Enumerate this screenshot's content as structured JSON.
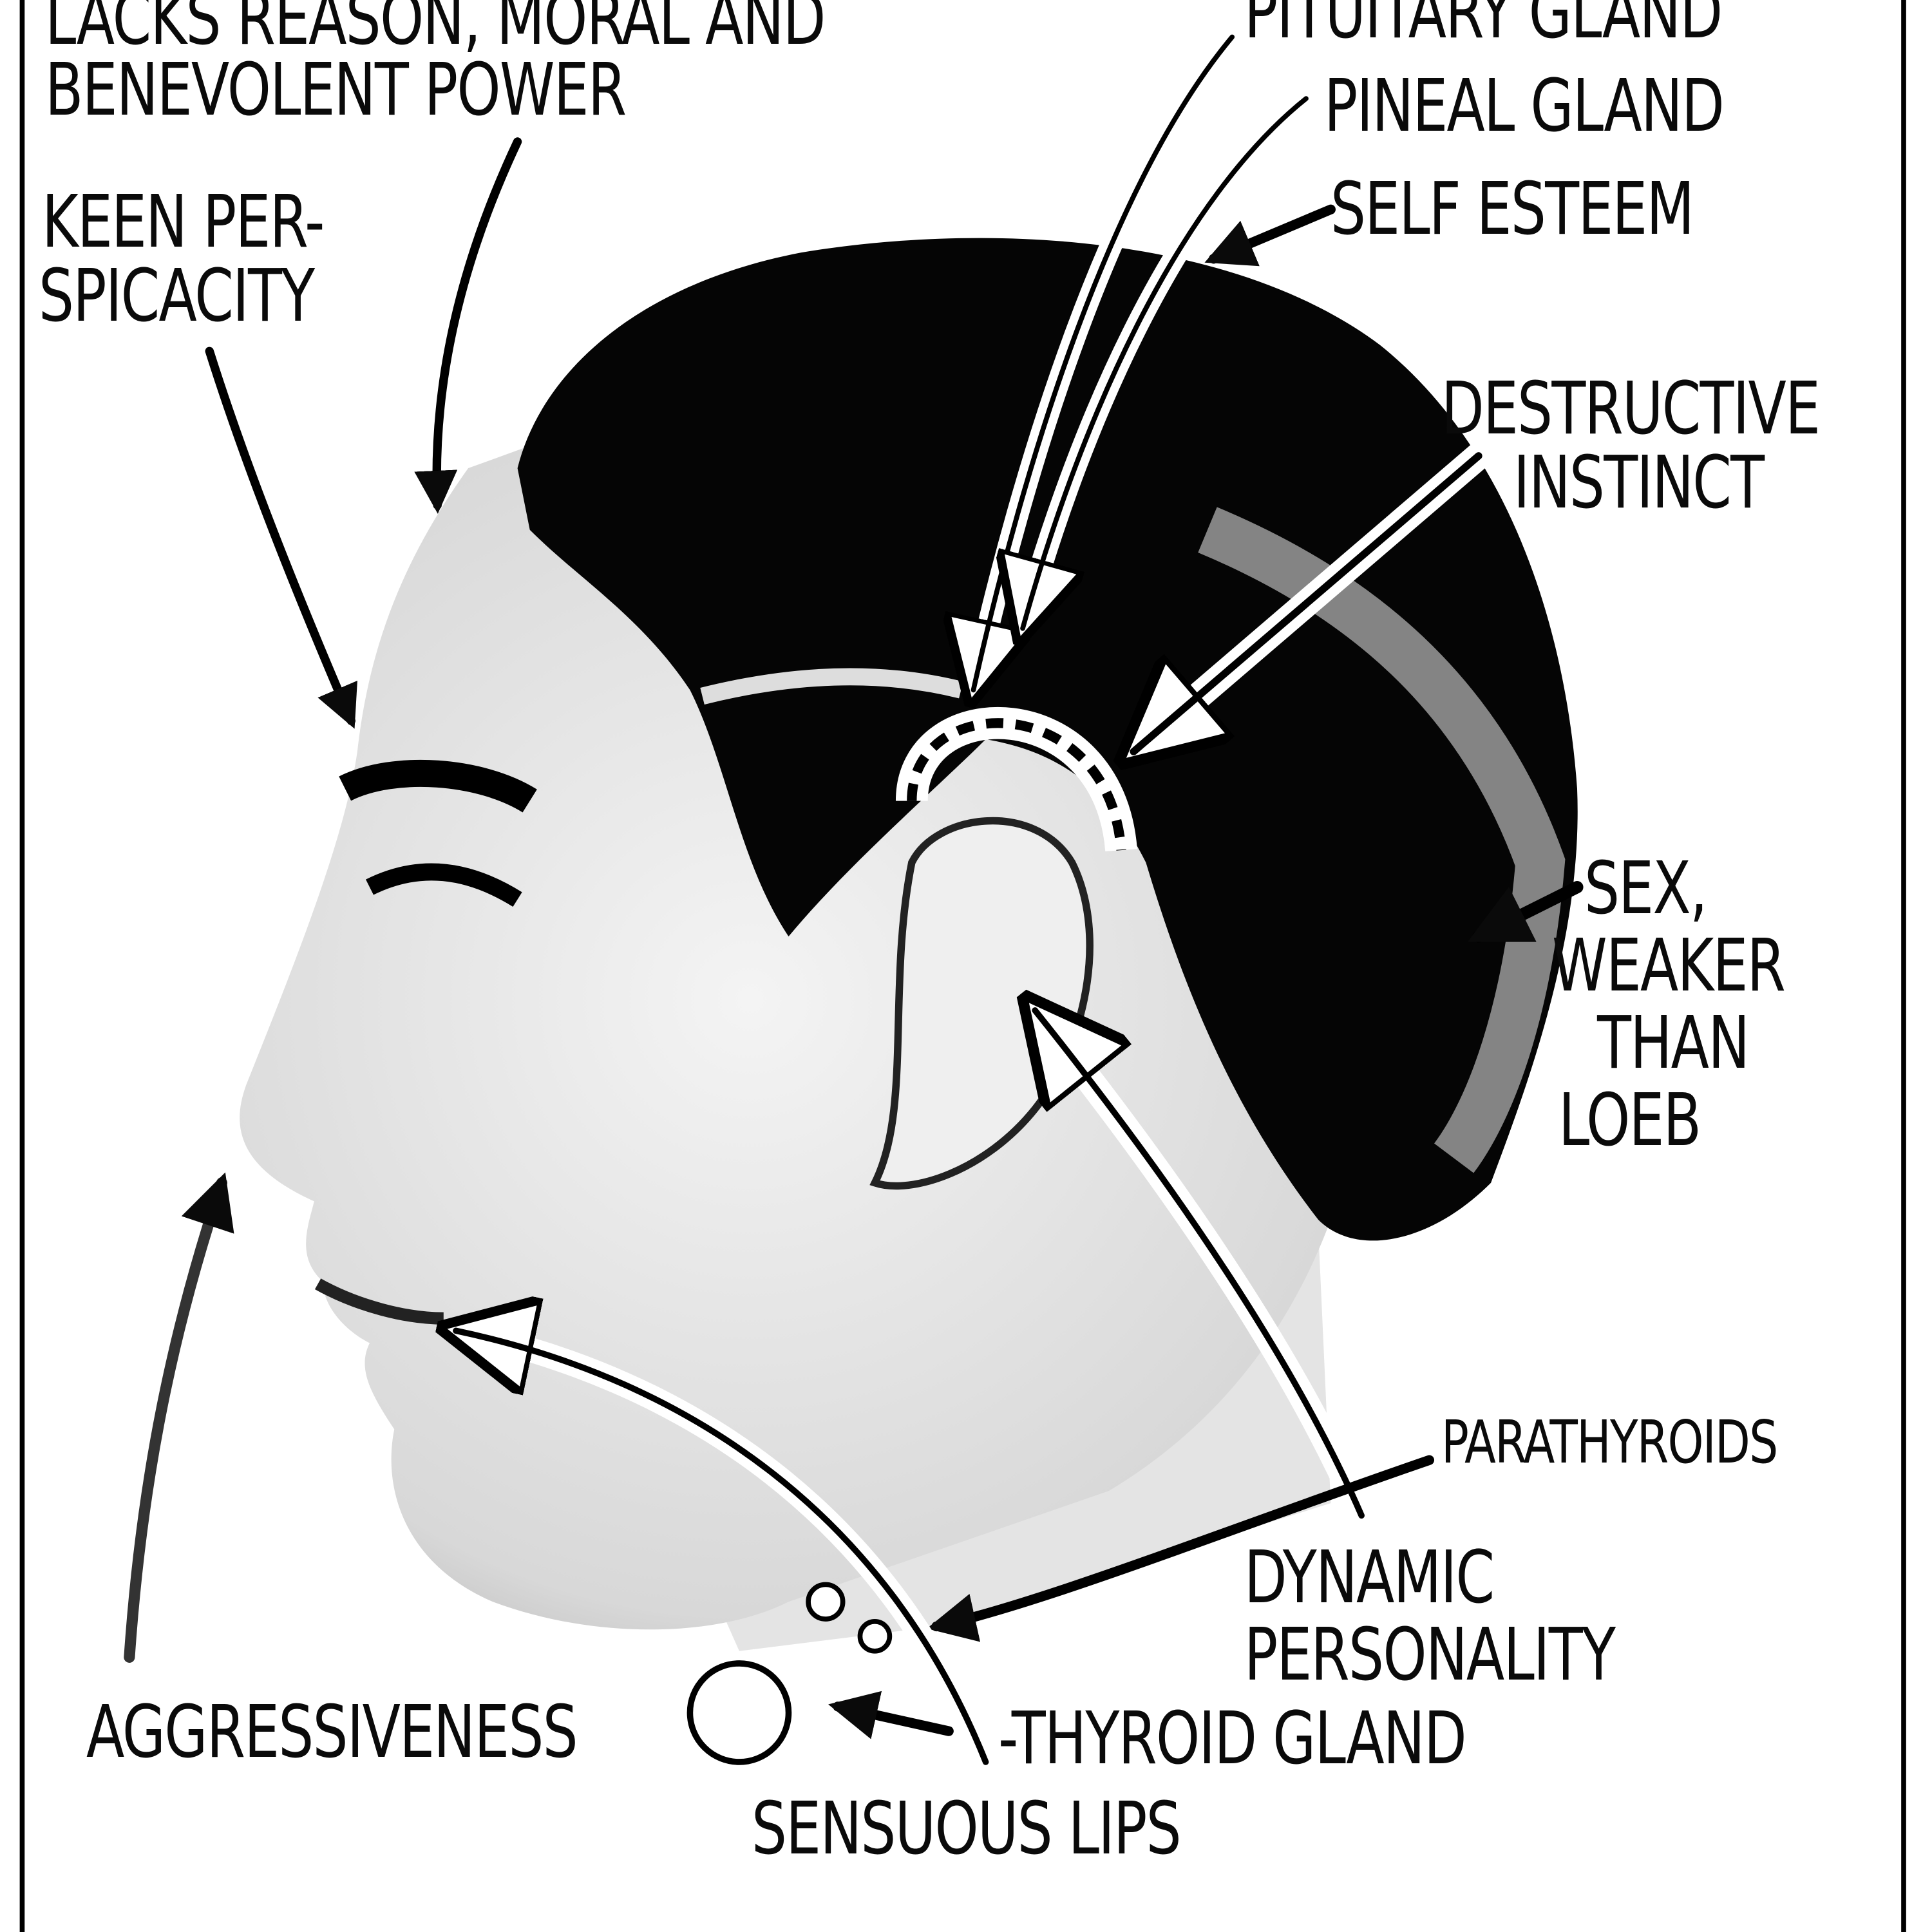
{
  "labels": {
    "lacks_reason_line1": "LACKS REASON, MORAL AND",
    "lacks_reason_line2": "BENEVOLENT POWER",
    "keen_line1": "KEEN PER-",
    "keen_line2": "SPICACITY",
    "pituitary": "PITUITARY GLAND",
    "pineal": "PINEAL GLAND",
    "self_esteem": "SELF ESTEEM",
    "destructive_line1": "DESTRUCTIVE",
    "destructive_line2": "INSTINCT",
    "sex_line1": "SEX,",
    "sex_line2": "WEAKER",
    "sex_line3": "THAN",
    "sex_line4": "LOEB",
    "parathyroids": "PARATHYROIDS",
    "dynamic_line1": "DYNAMIC",
    "dynamic_line2": "PERSONALITY",
    "thyroid": "-THYROID GLAND",
    "aggressiveness": "AGGRESSIVENESS",
    "sensuous_lips": "SENSUOUS LIPS"
  },
  "colors": {
    "ink": "#0a0a0a",
    "paper": "#ffffff",
    "skin": "#e6e6e6"
  }
}
